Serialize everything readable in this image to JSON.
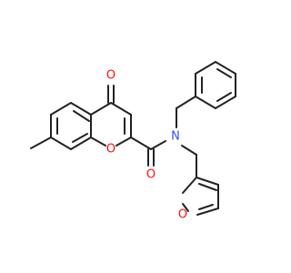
{
  "molecule": {
    "atoms": {
      "carbonyl_o4": {
        "symbol": "O",
        "color": "#ff0d0d"
      },
      "ring_o1": {
        "symbol": "O",
        "color": "#ff0d0d"
      },
      "amide_o": {
        "symbol": "O",
        "color": "#ff0d0d"
      },
      "amide_n": {
        "symbol": "N",
        "color": "#3050f8"
      },
      "furan_o": {
        "symbol": "O",
        "color": "#ff0d0d"
      }
    },
    "bond_color": "#222222"
  }
}
